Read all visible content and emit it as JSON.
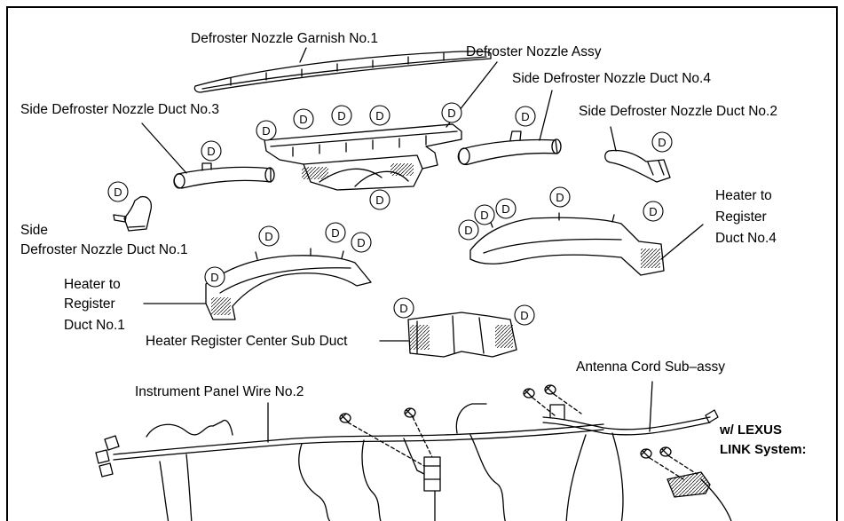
{
  "labels": {
    "garnish": "Defroster Nozzle Garnish No.1",
    "nozzle_assy": "Defroster Nozzle Assy",
    "duct4": "Side Defroster Nozzle Duct No.4",
    "duct3": "Side Defroster Nozzle Duct No.3",
    "duct2": "Side Defroster Nozzle Duct No.2",
    "duct1_line1": "Side",
    "duct1_line2": "Defroster Nozzle Duct No.1",
    "reg4_line1": "Heater to",
    "reg4_line2": "Register",
    "reg4_line3": "Duct No.4",
    "reg1_line1": "Heater to",
    "reg1_line2": "Register",
    "reg1_line3": "Duct No.1",
    "center_sub_duct": "Heater Register Center Sub Duct",
    "antenna": "Antenna Cord Sub–assy",
    "wire2": "Instrument Panel Wire No.2",
    "lexus_line1": "w/ LEXUS",
    "lexus_line2": "LINK System:"
  },
  "clip_marker": "D",
  "colors": {
    "line": "#000000",
    "background": "#ffffff"
  }
}
